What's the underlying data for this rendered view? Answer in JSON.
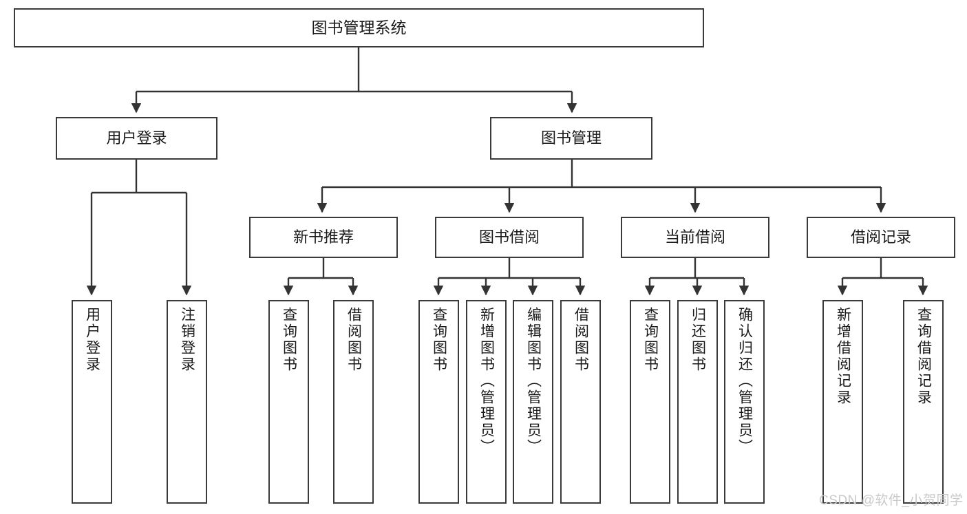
{
  "diagram": {
    "type": "hierarchy-tree",
    "title": "图书管理系统",
    "watermark": "CSDN @软件_小贺同学",
    "colors": {
      "node_border": "#3a3a3a",
      "node_fill": "#ffffff",
      "edge": "#333333",
      "text": "#1a1a1a",
      "watermark": "#c9c9c9",
      "background": "#ffffff"
    },
    "nodes": {
      "root": {
        "label": "图书管理系统"
      },
      "level1": [
        {
          "label": "用户登录"
        },
        {
          "label": "图书管理"
        }
      ],
      "level2": [
        {
          "label": "新书推荐"
        },
        {
          "label": "图书借阅"
        },
        {
          "label": "当前借阅"
        },
        {
          "label": "借阅记录"
        }
      ],
      "leaves_user_login": [
        {
          "label": "用户登录"
        },
        {
          "label": "注销登录"
        }
      ],
      "leaves_new_book": [
        {
          "label": "查询图书"
        },
        {
          "label": "借阅图书"
        }
      ],
      "leaves_borrow": [
        {
          "label": "查询图书"
        },
        {
          "label": "新增图书（管理员）"
        },
        {
          "label": "编辑图书（管理员）"
        },
        {
          "label": "借阅图书"
        }
      ],
      "leaves_current": [
        {
          "label": "查询图书"
        },
        {
          "label": "归还图书"
        },
        {
          "label": "确认归还（管理员）"
        }
      ],
      "leaves_records": [
        {
          "label": "新增借阅记录"
        },
        {
          "label": "查询借阅记录"
        }
      ]
    }
  }
}
